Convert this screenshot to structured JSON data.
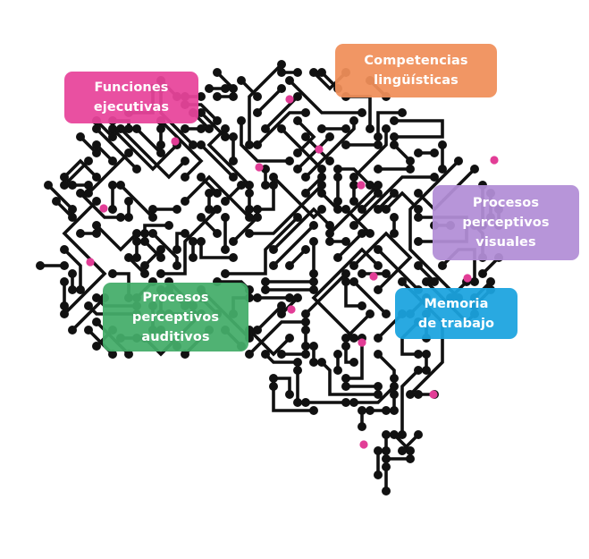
{
  "figure": {
    "subject": "circuit-brain illustration",
    "trace_color": "#111111",
    "node_color": "#111111",
    "highlight_node_color": "#e23d96"
  },
  "labels": [
    {
      "id": "ejecutivas",
      "lines": [
        "Funciones",
        "ejecutivas"
      ],
      "color": "#e8449b"
    },
    {
      "id": "linguisticas",
      "lines": [
        "Competencias",
        "lingüísticas"
      ],
      "color": "#f08f5a"
    },
    {
      "id": "visuales",
      "lines": [
        "Procesos",
        "perceptivos",
        "visuales"
      ],
      "color": "#b28ed6"
    },
    {
      "id": "auditivos",
      "lines": [
        "Procesos",
        "perceptivos",
        "auditivos"
      ],
      "color": "#44ad6a"
    },
    {
      "id": "trabajo",
      "lines": [
        "Memoria",
        "de trabajo"
      ],
      "color": "#1ba3df"
    }
  ]
}
